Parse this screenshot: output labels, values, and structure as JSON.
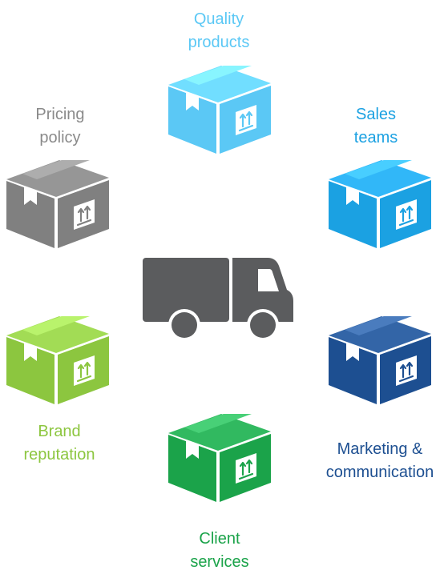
{
  "segments": [
    {
      "id": "quality",
      "label_lines": [
        "Quality",
        "products"
      ],
      "color": "#5bc8f5",
      "icon": "package-box-icon"
    },
    {
      "id": "sales",
      "label_lines": [
        "Sales",
        "teams"
      ],
      "color": "#1ba1e2",
      "icon": "package-box-icon"
    },
    {
      "id": "marketing",
      "label_lines": [
        "Marketing &",
        "communication"
      ],
      "color": "#1d4f91",
      "icon": "package-box-icon"
    },
    {
      "id": "client",
      "label_lines": [
        "Client",
        "services"
      ],
      "color": "#1ba34a",
      "icon": "package-box-icon"
    },
    {
      "id": "brand",
      "label_lines": [
        "Brand",
        "reputation"
      ],
      "color": "#8cc63f",
      "icon": "package-box-icon"
    },
    {
      "id": "pricing",
      "label_lines": [
        "Pricing",
        "policy"
      ],
      "color": "#808080",
      "icon": "package-box-icon"
    }
  ],
  "center": {
    "icon": "delivery-truck-icon",
    "color": "#5b5c5e"
  }
}
